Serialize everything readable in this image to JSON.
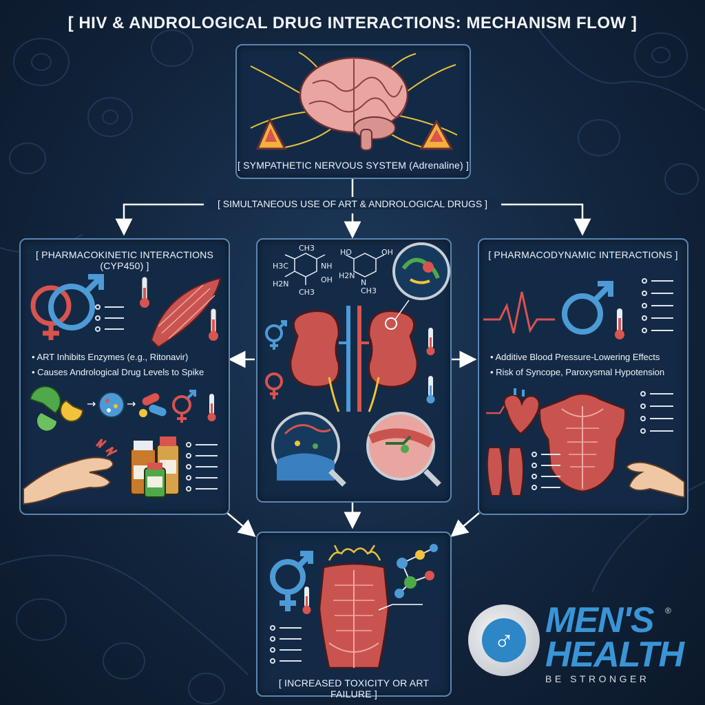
{
  "title": "[ HIV & ANDROLOGICAL DRUG INTERACTIONS: MECHANISM FLOW ]",
  "top_panel": {
    "label": "[ SYMPATHETIC NERVOUS SYSTEM (Adrenaline) ]"
  },
  "flow_label": "[ SIMULTANEOUS USE OF ART & ANDROLOGICAL DRUGS ]",
  "left_panel": {
    "label": "[ PHARMACOKINETIC INTERACTIONS (CYP450) ]",
    "bullets": [
      "ART Inhibits Enzymes (e.g., Ritonavir)",
      "Causes Andrological Drug Levels to Spike"
    ]
  },
  "right_panel": {
    "label": "[ PHARMACODYNAMIC INTERACTIONS ]",
    "bullets": [
      "Additive Blood Pressure-Lowering Effects",
      "Risk of Syncope, Paroxysmal Hypotension"
    ]
  },
  "center_panel": {
    "formula_labels": [
      "H3C",
      "CH3",
      "NH",
      "H2N",
      "CH3",
      "OH",
      "HO",
      "OH",
      "H2N",
      "N",
      "CH3"
    ]
  },
  "bottom_panel": {
    "label": "[ INCREASED TOXICITY OR ART FAILURE ]"
  },
  "logo": {
    "line1": "MEN'S",
    "line2": "HEALTH",
    "reg": "®",
    "tagline": "BE STRONGER"
  },
  "colors": {
    "background": "#12253d",
    "panel_border": "#5b86b2",
    "arrow": "#ffffff",
    "male_symbol": "#4d9bd6",
    "female_symbol": "#d9534f",
    "muscle": "#c9544f",
    "logo_blue": "#3a95d6"
  },
  "icons": [
    "brain-icon",
    "adrenal-gland-icon",
    "male-symbol-icon",
    "female-symbol-icon",
    "thermometer-icon",
    "muscle-icon",
    "kidney-icon",
    "magnifier-icon",
    "heart-icon",
    "heartbeat-line-icon",
    "hand-icon",
    "pill-icon",
    "bottle-icon",
    "molecule-icon",
    "torso-icon"
  ]
}
